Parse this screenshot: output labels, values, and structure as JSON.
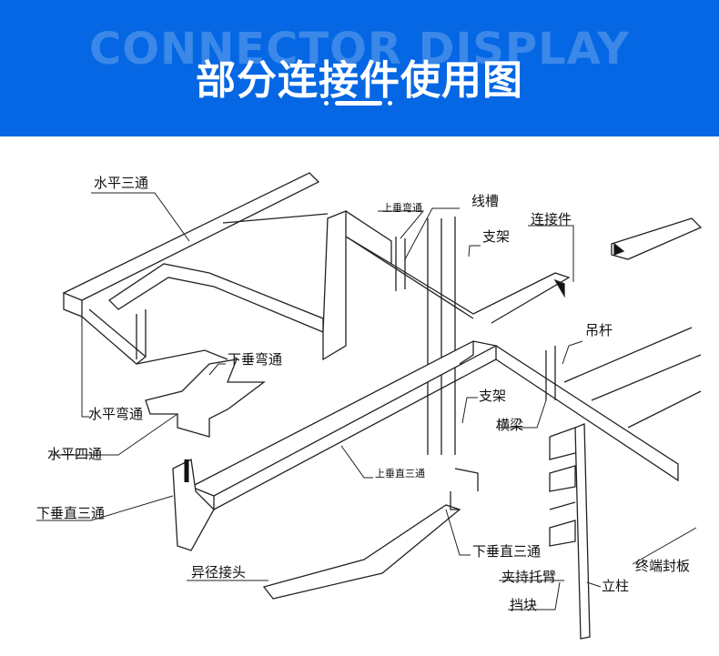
{
  "header": {
    "bg_text": "CONNECTOR DISPLAY",
    "title": "部分连接件使用图",
    "bg_color": "#0567e3"
  },
  "labels": {
    "horizontal_tee": "水平三通",
    "up_vertical_bend": "上垂弯通",
    "trunking": "线槽",
    "connector": "连接件",
    "bracket_top": "支架",
    "hanger_rod": "吊杆",
    "down_vertical_bend": "下垂弯通",
    "horizontal_bend": "水平弯通",
    "horizontal_cross": "水平四通",
    "down_vertical_tee_left": "下垂直三通",
    "bracket_mid": "支架",
    "crossbeam": "横梁",
    "up_vertical_tee": "上垂直三通",
    "reducer": "异径接头",
    "down_vertical_tee_right": "下垂直三通",
    "clamp_arm": "夹持托臂",
    "stop_block": "挡块",
    "column": "立柱",
    "end_plate": "终端封板"
  }
}
